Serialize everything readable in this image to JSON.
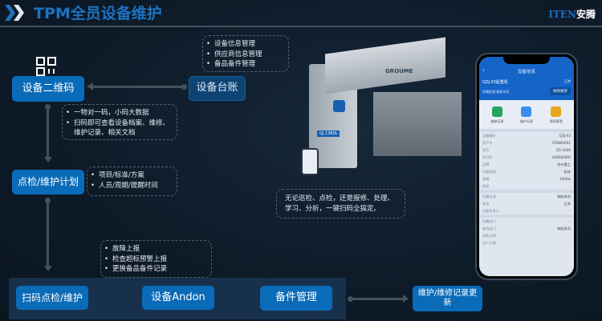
{
  "header": {
    "title": "TPM全员设备维护",
    "logo_brand": "ITEN",
    "logo_cn": "安腾"
  },
  "nodes": {
    "qr_code": "设备二维码",
    "ledger": "设备台账",
    "plan": "点检/维护计划",
    "scan": "扫码点检/维护",
    "andon": "设备Andon",
    "spares": "备件管理",
    "records": "维护/维修记录更新"
  },
  "notes": {
    "ledger": [
      "设备信息管理",
      "供应商信息管理",
      "备品备件管理"
    ],
    "qr": [
      "一物对一码，小码大数据",
      "扫码即可查看设备档案、维修、维护记录、相关文档"
    ],
    "plan": [
      "项目/标准/方案",
      "人员/周期/提醒时间"
    ],
    "report": [
      "故障上报",
      "检查超标预警上报",
      "更换备品备件记录"
    ],
    "summary": "无论巡检、点检，还是报修、处理、学习、分析，一键扫码全搞定。"
  },
  "machine": {
    "brand": "GROUME",
    "model": "GJ 1380L"
  },
  "phone": {
    "title": "设备信息",
    "device": "QZJ-03起重机",
    "status": "正常",
    "area_label": "所属区域",
    "area": "装配车间",
    "report_btn": "故障报修",
    "actions": [
      {
        "label": "维修记录",
        "color": "#23a55a"
      },
      {
        "label": "维护记录",
        "color": "#3d8cf0"
      },
      {
        "label": "资料管理",
        "color": "#e8a51c"
      }
    ],
    "group1": [
      [
        "设备编号",
        "QZJ-03"
      ],
      [
        "资产号",
        "ITEN00001"
      ],
      [
        "型号",
        "ZG-1000"
      ],
      [
        "序列号",
        "GDBSJANXI"
      ],
      [
        "品牌",
        "徐州重工"
      ],
      [
        "设备类别",
        "机床"
      ],
      [
        "规格",
        "1000w"
      ],
      [
        "描述",
        "-"
      ]
    ],
    "group2": [
      [
        "所属区域",
        "装配车间"
      ],
      [
        "状态",
        "正常"
      ],
      [
        "设备负责人",
        "-"
      ]
    ],
    "group3": [
      [
        "所属部门",
        "-"
      ],
      [
        "使用部门",
        "装配车间"
      ],
      [
        "采购日期",
        "-"
      ],
      [
        "生产日期",
        "-"
      ]
    ]
  }
}
